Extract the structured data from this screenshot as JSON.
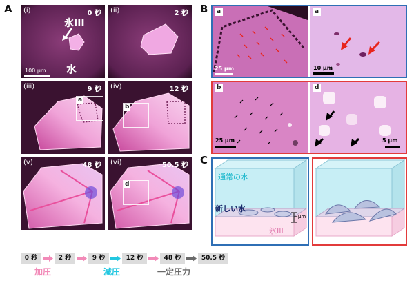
{
  "panel_letters": {
    "a": "A",
    "b": "B",
    "c": "C"
  },
  "panelA": {
    "panels": [
      {
        "tag": "(i)",
        "time": "0 秒"
      },
      {
        "tag": "(ii)",
        "time": "2 秒"
      },
      {
        "tag": "(iii)",
        "time": "9 秒"
      },
      {
        "tag": "(iv)",
        "time": "12 秒"
      },
      {
        "tag": "(v)",
        "time": "48 秒"
      },
      {
        "tag": "(vi)",
        "time": "50.5 秒"
      }
    ],
    "ice_label": "氷III",
    "water_label": "水",
    "scale": "100 μm",
    "roi_labels": {
      "iii": "a",
      "iv": "b",
      "vi": "d"
    }
  },
  "panelB": {
    "zooms": [
      {
        "tag": "a",
        "scale": "25 μm"
      },
      {
        "tag": "a",
        "scale": "10 μm"
      },
      {
        "tag": "b",
        "scale": "25 μm"
      },
      {
        "tag": "d",
        "scale": "5 μm"
      }
    ],
    "colors": {
      "blue_frame": "#2f6fb5",
      "red_frame": "#e23b3b",
      "red_arrow": "#e8241c",
      "black_arrow": "#000000"
    }
  },
  "panelC": {
    "water_label": "通常の水",
    "new_water_label": "新しい水",
    "ice_label": "氷III",
    "dim_label": "~μm"
  },
  "timeline": {
    "steps": [
      "0 秒",
      "2 秒",
      "9 秒",
      "12 秒",
      "48 秒",
      "50.5 秒"
    ],
    "phases": [
      {
        "label": "加圧",
        "color": "#f28ab8"
      },
      {
        "label": "減圧",
        "color": "#22c7e0"
      },
      {
        "label": "一定圧力",
        "color": "#6a6a6a"
      }
    ]
  }
}
